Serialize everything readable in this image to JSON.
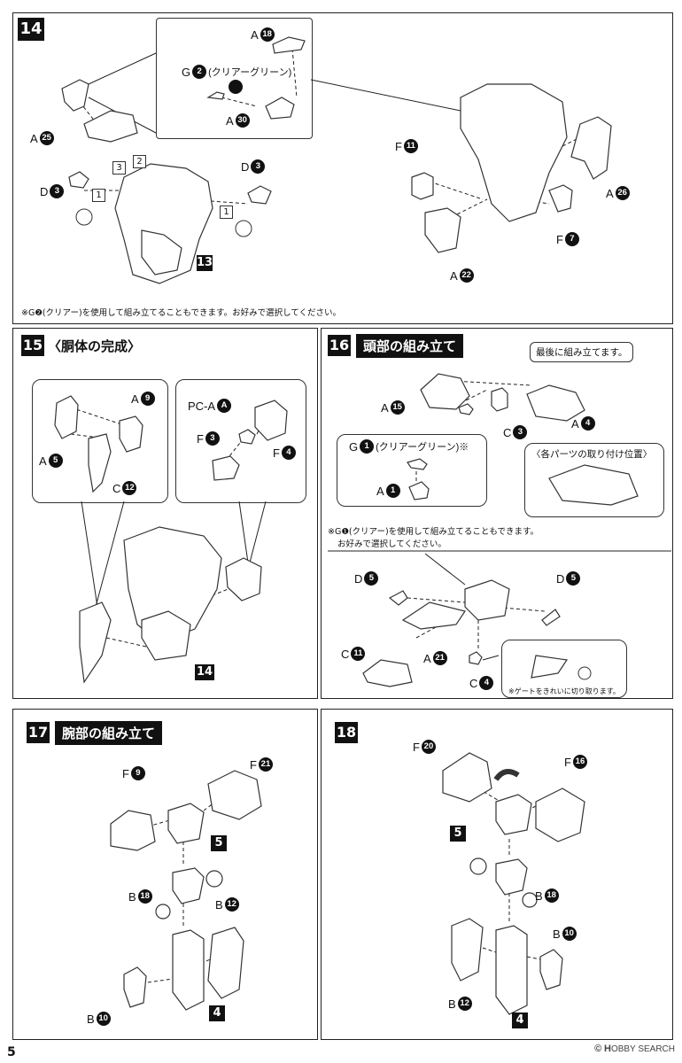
{
  "steps": {
    "s14": {
      "number": "14",
      "parts": {
        "a18": {
          "letter": "A",
          "num": "18"
        },
        "g2": {
          "letter": "G",
          "num": "2",
          "suffix": "(クリアーグリーン)"
        },
        "a30": {
          "letter": "A",
          "num": "30"
        },
        "a25": {
          "letter": "A",
          "num": "25"
        },
        "d3l": {
          "letter": "D",
          "num": "3"
        },
        "d3r": {
          "letter": "D",
          "num": "3"
        },
        "f11": {
          "letter": "F",
          "num": "11"
        },
        "a26": {
          "letter": "A",
          "num": "26"
        },
        "f7": {
          "letter": "F",
          "num": "7"
        },
        "a22": {
          "letter": "A",
          "num": "22"
        }
      },
      "assembly_ref": "13",
      "sequence": [
        "1",
        "1",
        "2",
        "3"
      ],
      "note": "※G❷(クリアー)を使用して組み立てることもできます。お好みで選択してください。"
    },
    "s15": {
      "number": "15",
      "title": "〈胴体の完成〉",
      "parts": {
        "a9": {
          "letter": "A",
          "num": "9"
        },
        "a5": {
          "letter": "A",
          "num": "5"
        },
        "c12": {
          "letter": "C",
          "num": "12"
        },
        "pca": {
          "letter": "PC-A",
          "num": "A"
        },
        "f3": {
          "letter": "F",
          "num": "3"
        },
        "f4": {
          "letter": "F",
          "num": "4"
        }
      },
      "assembly_ref": "14"
    },
    "s16": {
      "number": "16",
      "title": "頭部の組み立て",
      "callout": "最後に組み立てます。",
      "position_box": "〈各パーツの取り付け位置〉",
      "parts": {
        "a15": {
          "letter": "A",
          "num": "15"
        },
        "c3": {
          "letter": "C",
          "num": "3"
        },
        "a4": {
          "letter": "A",
          "num": "4"
        },
        "g1": {
          "letter": "G",
          "num": "1",
          "suffix": "(クリアーグリーン)※"
        },
        "a1": {
          "letter": "A",
          "num": "1"
        },
        "d5l": {
          "letter": "D",
          "num": "5"
        },
        "d5r": {
          "letter": "D",
          "num": "5"
        },
        "c11": {
          "letter": "C",
          "num": "11"
        },
        "a21": {
          "letter": "A",
          "num": "21"
        },
        "c4": {
          "letter": "C",
          "num": "4"
        }
      },
      "note_line1": "※G❶(クリアー)を使用して組み立てることもできます。",
      "note_line2": "お好みで選択してください。",
      "gate_note": "※ゲートをきれいに切り取ります。"
    },
    "s17": {
      "number": "17",
      "title": "腕部の組み立て",
      "parts": {
        "f9": {
          "letter": "F",
          "num": "9"
        },
        "f21": {
          "letter": "F",
          "num": "21"
        },
        "b18": {
          "letter": "B",
          "num": "18"
        },
        "b12": {
          "letter": "B",
          "num": "12"
        },
        "b10": {
          "letter": "B",
          "num": "10"
        }
      },
      "refs": [
        "5",
        "4"
      ]
    },
    "s18": {
      "number": "18",
      "parts": {
        "f20": {
          "letter": "F",
          "num": "20"
        },
        "f16": {
          "letter": "F",
          "num": "16"
        },
        "b18": {
          "letter": "B",
          "num": "18"
        },
        "b10": {
          "letter": "B",
          "num": "10"
        },
        "b12": {
          "letter": "B",
          "num": "12"
        }
      },
      "refs": [
        "5",
        "4"
      ]
    }
  },
  "footer": {
    "page": "5",
    "watermark_a": "H",
    "watermark_b": "OBBY SEARCH",
    "watermark_mark": "©"
  }
}
